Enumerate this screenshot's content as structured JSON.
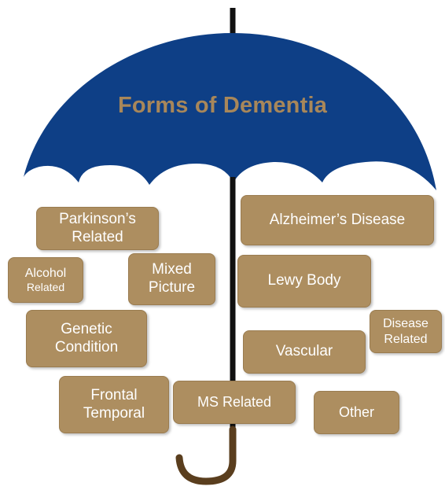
{
  "diagram": {
    "title": "Forms of Dementia",
    "categories": [
      {
        "id": "parkinsons",
        "lines": [
          "Parkinson’s",
          "Related"
        ]
      },
      {
        "id": "alcohol",
        "lines": [
          "Alcohol",
          "Related"
        ]
      },
      {
        "id": "mixed",
        "lines": [
          "Mixed",
          "Picture"
        ]
      },
      {
        "id": "genetic",
        "lines": [
          "Genetic",
          "Condition"
        ]
      },
      {
        "id": "frontal",
        "lines": [
          "Frontal",
          "Temporal"
        ]
      },
      {
        "id": "alzheimers",
        "lines": [
          "Alzheimer’s Disease"
        ]
      },
      {
        "id": "lewy",
        "lines": [
          "Lewy Body"
        ]
      },
      {
        "id": "vascular",
        "lines": [
          "Vascular"
        ]
      },
      {
        "id": "disease",
        "lines": [
          "Disease",
          "Related"
        ]
      },
      {
        "id": "ms",
        "lines": [
          "MS Related"
        ]
      },
      {
        "id": "other",
        "lines": [
          "Other"
        ]
      }
    ]
  },
  "colors": {
    "canopy": "#0e3f86",
    "title": "#a8875a",
    "box_fill": "#ad8e60",
    "box_text": "#ffffff",
    "shaft": "#111111",
    "handle": "#5a3e1e"
  }
}
